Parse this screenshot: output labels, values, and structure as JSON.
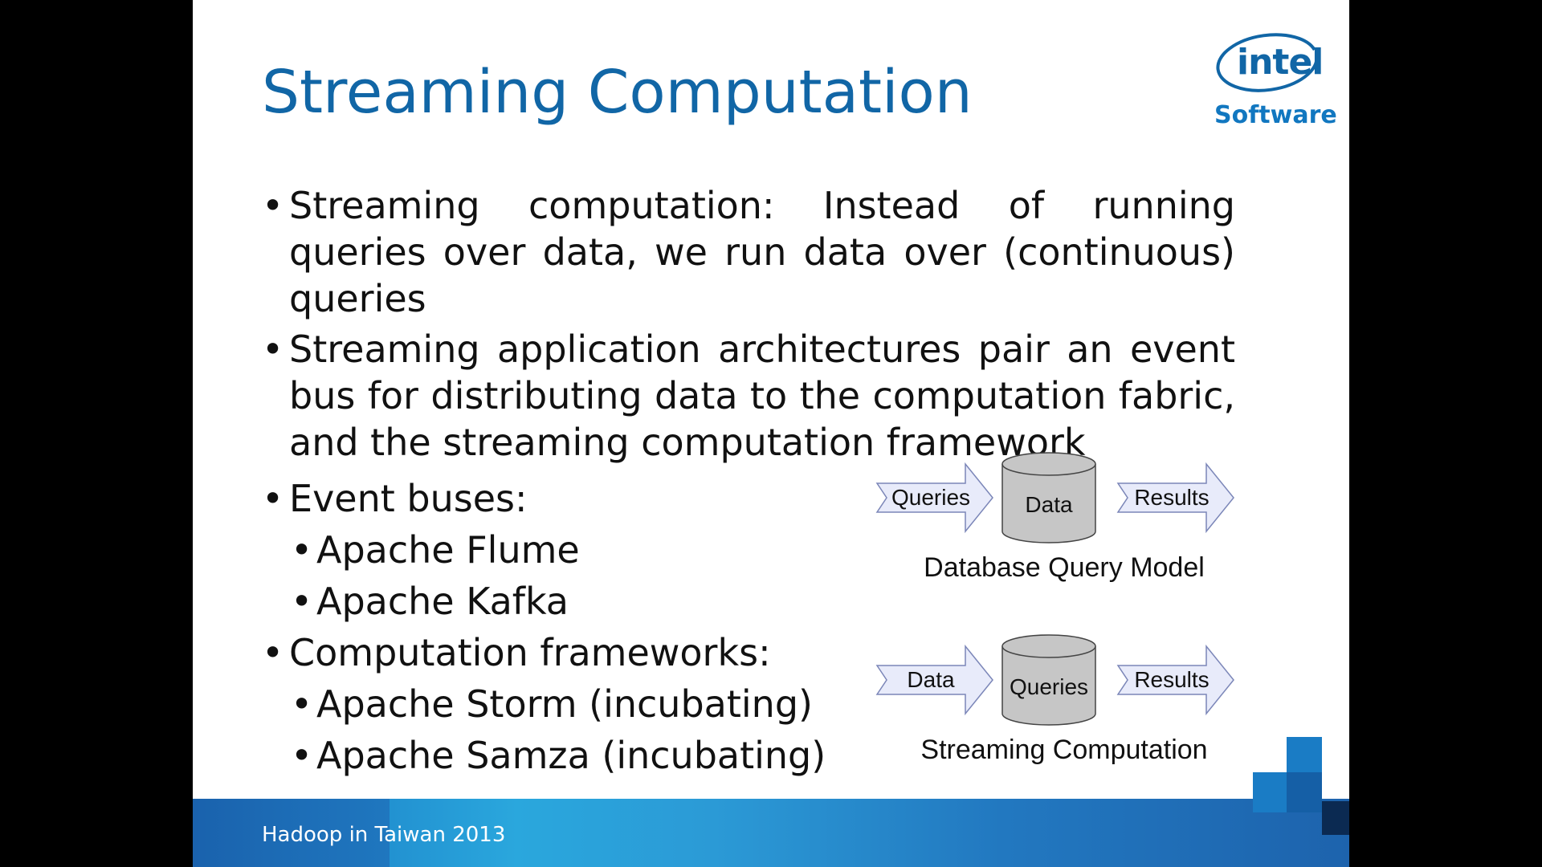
{
  "slide": {
    "title": "Streaming Computation",
    "footer": "Hadoop in Taiwan 2013"
  },
  "logo": {
    "word": "intel",
    "sub": "Software"
  },
  "bullets_top": [
    "Streaming computation: Instead of running queries over data, we run data over (continuous) queries",
    "Streaming application architectures pair an event bus for distributing data to the computation fabric, and the streaming computation framework"
  ],
  "bullets_bottom": [
    {
      "level": 1,
      "text": "Event buses:"
    },
    {
      "level": 2,
      "text": "Apache Flume"
    },
    {
      "level": 2,
      "text": "Apache Kafka"
    },
    {
      "level": 1,
      "text": "Computation frameworks:"
    },
    {
      "level": 2,
      "text": "Apache Storm (incubating)"
    },
    {
      "level": 2,
      "text": "Apache Samza (incubating)"
    }
  ],
  "diagrams": {
    "database": {
      "input": "Queries",
      "store": "Data",
      "output": "Results",
      "caption": "Database Query Model"
    },
    "streaming": {
      "input": "Data",
      "store": "Queries",
      "output": "Results",
      "caption": "Streaming Computation"
    }
  },
  "colors": {
    "title": "#1166a6",
    "arrow_fill": "#e8ebfa",
    "arrow_stroke": "#7b86b8",
    "cylinder_fill": "#c6c6c6",
    "cylinder_stroke": "#444444",
    "footer": "#2aa7dd"
  }
}
